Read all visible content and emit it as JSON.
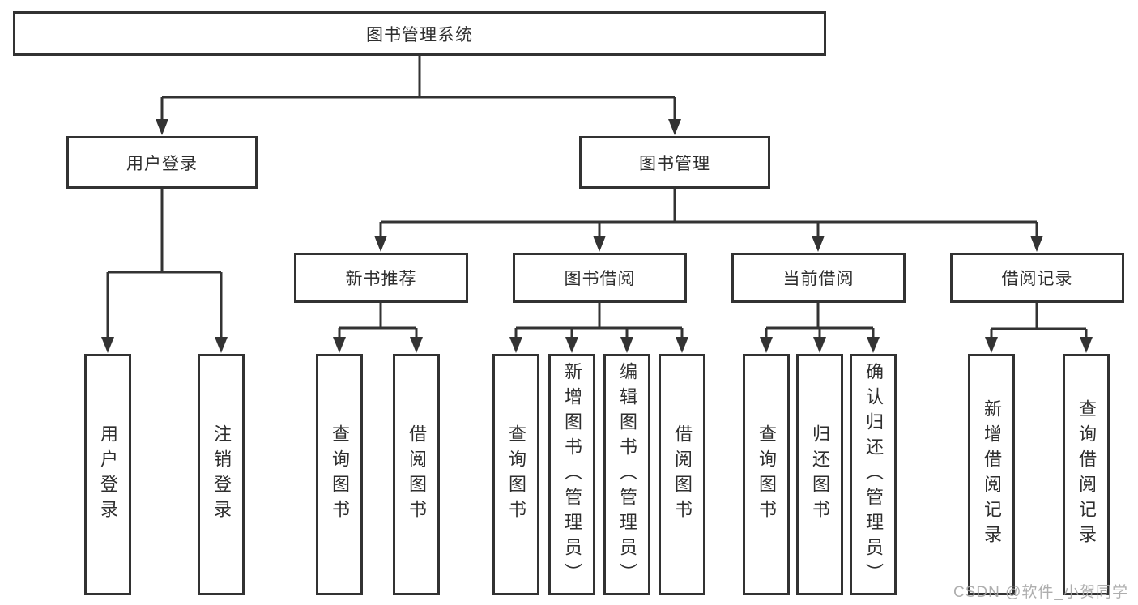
{
  "diagram": {
    "type": "tree",
    "root": {
      "label": "图书管理系统"
    },
    "branches": [
      {
        "label": "用户登录",
        "children": [
          {
            "label": "用户登录"
          },
          {
            "label": "注销登录"
          }
        ]
      },
      {
        "label": "图书管理",
        "children": [
          {
            "label": "新书推荐",
            "children": [
              {
                "label": "查询图书"
              },
              {
                "label": "借阅图书"
              }
            ]
          },
          {
            "label": "图书借阅",
            "children": [
              {
                "label": "查询图书"
              },
              {
                "label": "新增图书（管理员）"
              },
              {
                "label": "编辑图书（管理员）"
              },
              {
                "label": "借阅图书"
              }
            ]
          },
          {
            "label": "当前借阅",
            "children": [
              {
                "label": "查询图书"
              },
              {
                "label": "归还图书"
              },
              {
                "label": "确认归还（管理员）"
              }
            ]
          },
          {
            "label": "借阅记录",
            "children": [
              {
                "label": "新增借阅记录"
              },
              {
                "label": "查询借阅记录"
              }
            ]
          }
        ]
      }
    ]
  },
  "watermark": {
    "text": "CSDN @软件_小贺同学"
  },
  "colors": {
    "line": "#333333",
    "box_border": "#323232",
    "text": "#2e2e2e",
    "background": "#ffffff",
    "watermark": "#a5a5a5"
  }
}
